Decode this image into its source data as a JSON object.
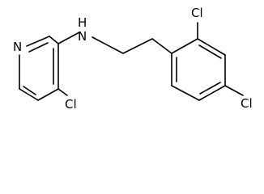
{
  "molecule": {
    "atoms": {
      "pyridine_n": "N",
      "amine_nh": "H\nN",
      "cl_pyridine": "Cl",
      "cl_ortho": "Cl",
      "cl_para": "Cl"
    },
    "colors": {
      "bond": "#000000",
      "label": "#000000",
      "background": "#ffffff"
    }
  }
}
